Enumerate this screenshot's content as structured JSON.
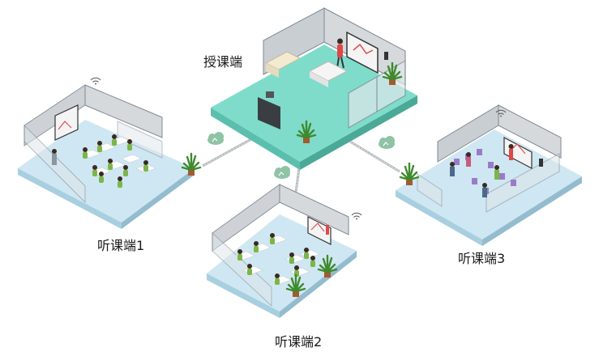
{
  "labels": {
    "teaching": "授课端",
    "listen1": "听课端1",
    "listen2": "听课端2",
    "listen3": "听课端3"
  },
  "colors": {
    "teaching_floor": "#7fdccb",
    "teaching_side": "#5bbfae",
    "listen_floor": "#cfe7f2",
    "listen_side": "#a8cfe0",
    "glass": "#dfe6ea",
    "glass_frame": "#7d8a92",
    "back_wall": "#c9ced2",
    "board": "#f4f4f4",
    "student_shirt": "#7ab648",
    "chair_purple": "#9b7bc8",
    "link": "#b8bcbf",
    "cloud": "#8fc3a6"
  },
  "icons": [
    "wifi-icon",
    "cloud-icon",
    "plant-icon",
    "whiteboard-icon",
    "camera-icon"
  ]
}
